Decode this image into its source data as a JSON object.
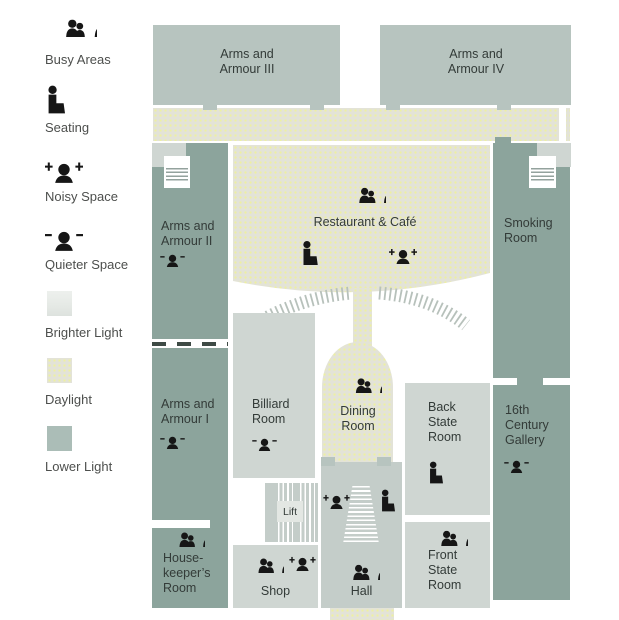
{
  "colors": {
    "room_dark": "#8ca49c",
    "room_medium": "#b7c4bf",
    "room_hall": "#c4cdc9",
    "room_light": "#cfd6d2",
    "daylight_bg": "#e3e3d7",
    "daylight_dot": "#eef0a0",
    "brighter": "#e6eae6",
    "lower": "#abbdb7",
    "colonnade": "#b7c1bb",
    "dash": "#3e4a45",
    "icon": "#161616",
    "label": "#333b38",
    "legend_label": "#4d4f4d",
    "stairline": "#93a29d",
    "lift_bg": "#e3e7e3"
  },
  "legend": {
    "items": [
      {
        "id": "busy-areas",
        "icon": "busy-areas-icon",
        "label": "Busy Areas"
      },
      {
        "id": "seating",
        "icon": "seating-icon",
        "label": "Seating"
      },
      {
        "id": "noisy-space",
        "icon": "noisy-space-icon",
        "label": "Noisy Space"
      },
      {
        "id": "quieter-space",
        "icon": "quieter-space-icon",
        "label": "Quieter Space"
      },
      {
        "id": "brighter-light",
        "icon": "brighter-light-swatch",
        "label": "Brighter Light"
      },
      {
        "id": "daylight",
        "icon": "daylight-swatch",
        "label": "Daylight"
      },
      {
        "id": "lower-light",
        "icon": "lower-light-swatch",
        "label": "Lower Light"
      }
    ]
  },
  "rooms": {
    "aa3": {
      "name": "Arms and Armour III"
    },
    "aa4": {
      "name": "Arms and Armour IV"
    },
    "aa2": {
      "name": "Arms and Armour II"
    },
    "aa1": {
      "name": "Arms and Armour I"
    },
    "restaurant": {
      "name": "Restaurant & Café"
    },
    "smoking": {
      "name": "Smoking Room"
    },
    "billiard": {
      "name": "Billiard Room"
    },
    "dining": {
      "name": "Dining Room"
    },
    "back_state": {
      "name": "Back State Room"
    },
    "gallery": {
      "name": "16th Century Gallery"
    },
    "lift": {
      "name": "Lift"
    },
    "housekeeper": {
      "name": "House-keeper’s Room"
    },
    "shop": {
      "name": "Shop"
    },
    "hall": {
      "name": "Hall"
    },
    "front_state": {
      "name": "Front State Room"
    }
  }
}
